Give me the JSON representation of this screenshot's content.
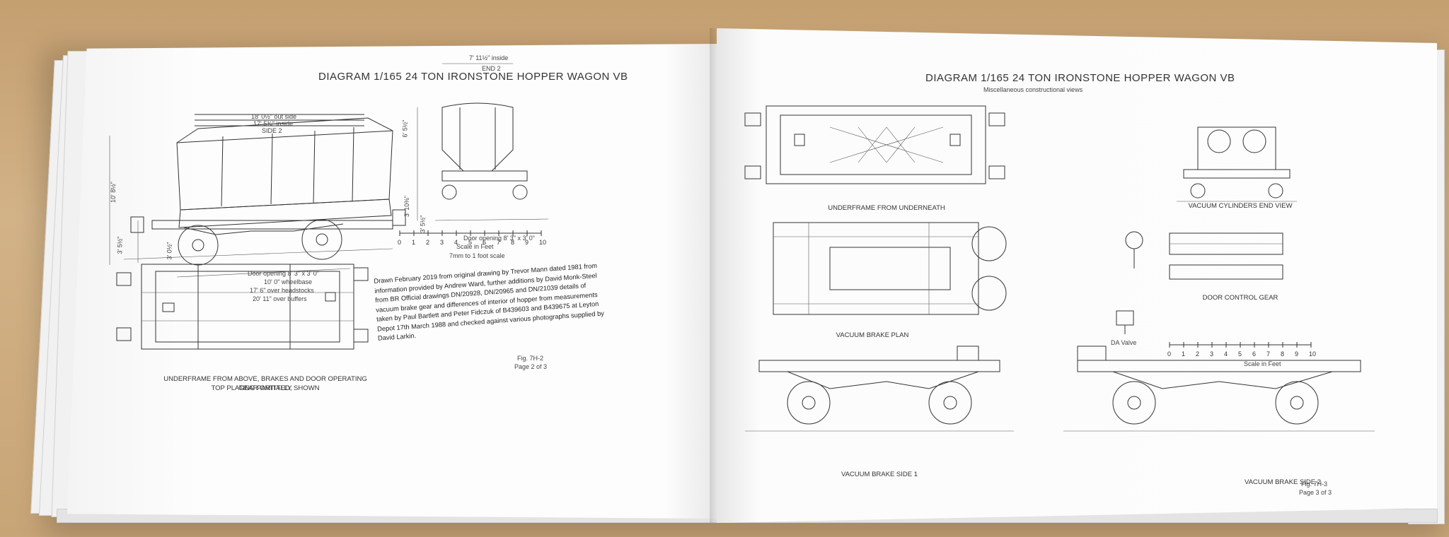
{
  "left_page": {
    "title": "DIAGRAM 1/165 24 TON IRONSTONE HOPPER WAGON VB",
    "side_dims": {
      "d1": "18' 0½\" out side",
      "d2": "17' 5¾\" inside",
      "d3": "SIDE 2",
      "h1": "10' 8½\"",
      "h2": "3' 5½\"",
      "h3": "3' 0½\"",
      "b1": "Door opening 8' 3\" x 3' 0\"",
      "b2": "10' 0\" wheelbase",
      "b3": "17' 6\" over headstocks",
      "b4": "20' 11\" over buffers"
    },
    "end_dims": {
      "top": "7' 11½\" inside",
      "label": "END 2",
      "h1": "6' 5½\"",
      "h2": "3' 10⅜\"",
      "h3": "3' 5½\"",
      "door": "Door opening 8' 3\" x 3' 0\""
    },
    "scale": {
      "label": "Scale in Feet",
      "ticks": [
        "0",
        "1",
        "2",
        "3",
        "4",
        "5",
        "6",
        "7",
        "8",
        "9",
        "10"
      ],
      "note": "7mm to 1 foot scale"
    },
    "paragraph": "Drawn February 2019 from original drawing by Trevor Mann dated 1981 from information provided by Andrew Ward, further additions by David Monk-Steel from BR Official drawings DN/20928, DN/20965 and DN/21039 details of vacuum brake gear and differences of interior of hopper from measurements taken by Paul Bartlett and Peter Fidczuk of B439603 and B439675 at Leyton Depot 17th March 1988 and checked against various photographs supplied by David Larkin.",
    "underframe_caption_1": "UNDERFRAME FROM ABOVE, BRAKES AND DOOR OPERATING GEAR OMITTED,",
    "underframe_caption_2": "TOP PLATING PARTIALLY SHOWN",
    "fig": "Fig. 7H-2",
    "page_no": "Page 2 of 3"
  },
  "right_page": {
    "title": "DIAGRAM 1/165 24 TON IRONSTONE HOPPER WAGON VB",
    "subtitle": "Miscellaneous constructional views",
    "cap_underneath": "UNDERFRAME FROM UNDERNEATH",
    "cap_cylinders": "VACUUM CYLINDERS END VIEW",
    "cap_door_gear": "DOOR CONTROL GEAR",
    "cap_brake_plan": "VACUUM BRAKE PLAN",
    "cap_da_valve": "DA Valve",
    "cap_side1": "VACUUM BRAKE SIDE 1",
    "cap_side2": "VACUUM BRAKE SIDE 2",
    "scale": {
      "label": "Scale in Feet",
      "ticks": [
        "0",
        "1",
        "2",
        "3",
        "4",
        "5",
        "6",
        "7",
        "8",
        "9",
        "10"
      ]
    },
    "fig": "Fig. 7H-3",
    "page_no": "Page 3 of 3"
  }
}
